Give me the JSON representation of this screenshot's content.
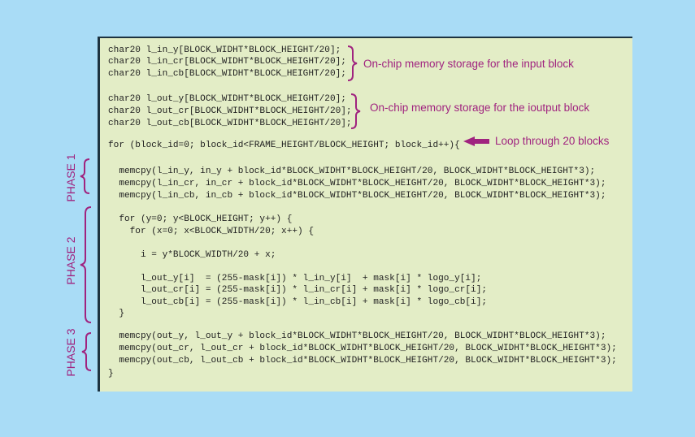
{
  "code_lines": [
    "char20 l_in_y[BLOCK_WIDHT*BLOCK_HEIGHT/20];",
    "char20 l_in_cr[BLOCK_WIDHT*BLOCK_HEIGHT/20];",
    "char20 l_in_cb[BLOCK_WIDHT*BLOCK_HEIGHT/20];",
    "char20 l_out_y[BLOCK_WIDHT*BLOCK_HEIGHT/20];",
    "char20 l_out_cr[BLOCK_WIDHT*BLOCK_HEIGHT/20];",
    "char20 l_out_cb[BLOCK_WIDHT*BLOCK_HEIGHT/20];",
    "for (block_id=0; block_id<FRAME_HEIGHT/BLOCK_HEIGHT; block_id++){",
    "  memcpy(l_in_y, in_y + block_id*BLOCK_WIDHT*BLOCK_HEIGHT/20, BLOCK_WIDHT*BLOCK_HEIGHT*3);",
    "  memcpy(l_in_cr, in_cr + block_id*BLOCK_WIDHT*BLOCK_HEIGHT/20, BLOCK_WIDHT*BLOCK_HEIGHT*3);",
    "  memcpy(l_in_cb, in_cb + block_id*BLOCK_WIDHT*BLOCK_HEIGHT/20, BLOCK_WIDHT*BLOCK_HEIGHT*3);",
    "  for (y=0; y<BLOCK_HEIGHT; y++) {",
    "    for (x=0; x<BLOCK_WIDTH/20; x++) {",
    "      i = y*BLOCK_WIDTH/20 + x;",
    "      l_out_y[i]  = (255-mask[i]) * l_in_y[i]  + mask[i] * logo_y[i];",
    "      l_out_cr[i] = (255-mask[i]) * l_in_cr[i] + mask[i] * logo_cr[i];",
    "      l_out_cb[i] = (255-mask[i]) * l_in_cb[i] + mask[i] * logo_cb[i];",
    "  }",
    "  memcpy(out_y, l_out_y + block_id*BLOCK_WIDHT*BLOCK_HEIGHT/20, BLOCK_WIDHT*BLOCK_HEIGHT*3);",
    "  memcpy(out_cr, l_out_cr + block_id*BLOCK_WIDHT*BLOCK_HEIGHT/20, BLOCK_WIDHT*BLOCK_HEIGHT*3);",
    "  memcpy(out_cb, l_out_cb + block_id*BLOCK_WIDHT*BLOCK_HEIGHT/20, BLOCK_WIDHT*BLOCK_HEIGHT*3);",
    "}"
  ],
  "annotations": {
    "input": "On-chip memory storage for the input block",
    "output": "On-chip memory storage for the ioutput block",
    "loop": "Loop through 20 blocks"
  },
  "phases": [
    "PHASE 1",
    "PHASE 2",
    "PHASE 3"
  ],
  "colors": {
    "background": "#a9dcf6",
    "code_box": "#e3edc6",
    "accent": "#a0237f"
  }
}
